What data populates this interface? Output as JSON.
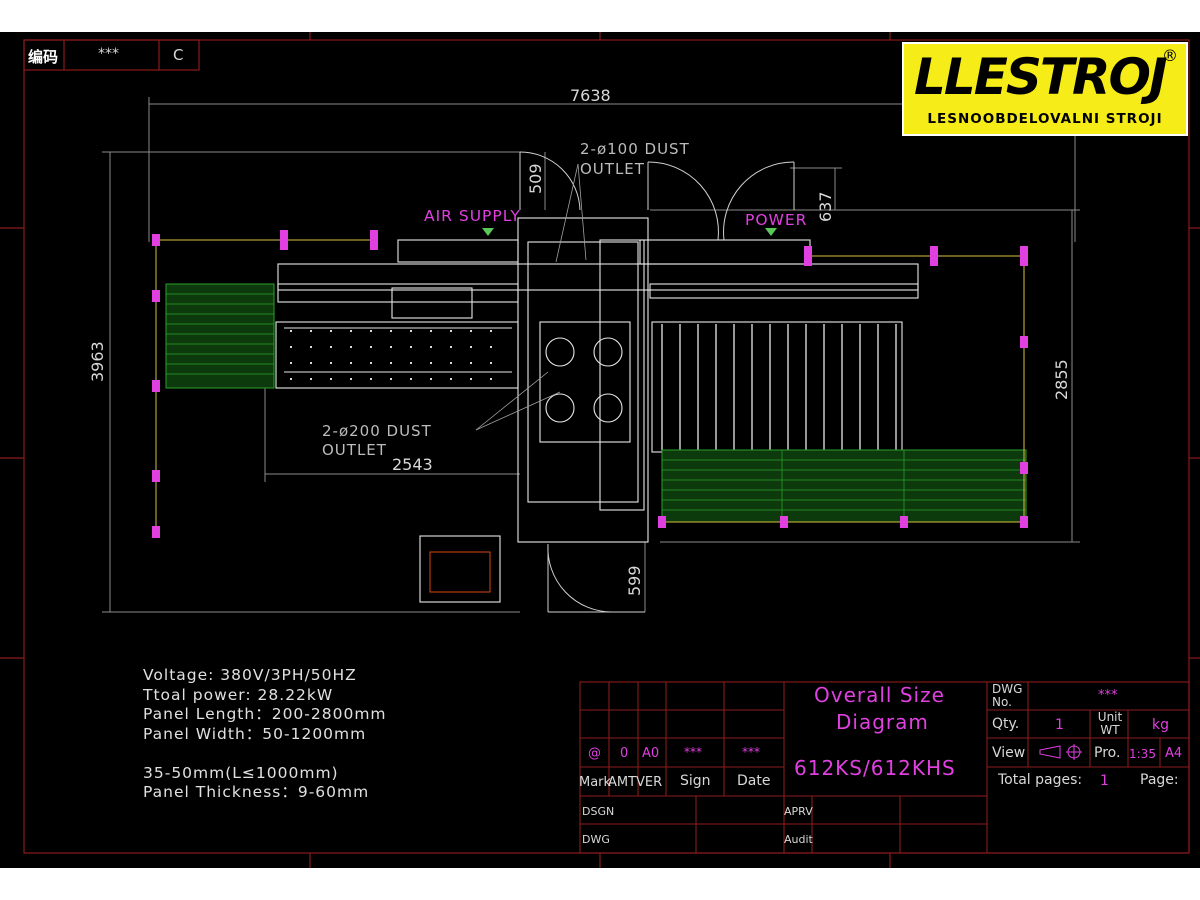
{
  "header": {
    "code_label": "编码",
    "code_value": "***",
    "revision": "C"
  },
  "logo": {
    "brand": "LLESTROJ",
    "registered": "®",
    "tagline": "LESNOOBDELOVALNI STROJI"
  },
  "dimensions": {
    "total_width": "7638",
    "total_height": "3963",
    "left_gap": "2543",
    "right_height": "2855",
    "door_top_left": "509",
    "door_top_right": "637",
    "door_bottom": "599"
  },
  "labels": {
    "dust_top": "2-ø100 DUST",
    "dust_top_2": "OUTLET",
    "dust_mid": "2-ø200 DUST",
    "dust_mid_2": "OUTLET",
    "air": "AIR SUPPLY",
    "power": "POWER"
  },
  "specs": [
    "Voltage: 380V/3PH/50HZ",
    "Ttoal power: 28.22kW",
    "Panel Length：200-2800mm",
    "Panel Width：50-1200mm",
    "",
    "35-50mm(L≤1000mm)",
    "Panel Thickness：9-60mm"
  ],
  "title_block": {
    "title_line1": "Overall Size",
    "title_line2": "Diagram",
    "model": "612KS/612KHS",
    "dwg_no_label": "DWG No.",
    "dwg_no_value": "***",
    "qty_label": "Qty.",
    "qty_value": "1",
    "unit_label": "Unit WT",
    "unit_value": "kg",
    "view_label": "View",
    "pro_label": "Pro.",
    "scale": "1:35",
    "paper": "A4",
    "total_pages_label": "Total pages:",
    "total_pages_value": "1",
    "page_label": "Page:",
    "rev_mark": "@",
    "rev_amt": "0",
    "rev_ver": "A0",
    "rev_sign": "***",
    "rev_date": "***",
    "col_mark": "Mark",
    "col_amt": "AMT",
    "col_ver": "VER",
    "col_sign": "Sign",
    "col_date": "Date",
    "dsgn": "DSGN",
    "aprv": "APRV",
    "dwg": "DWG",
    "audit": "Audit"
  },
  "colors": {
    "background": "#000000",
    "frame": "#8b1c1c",
    "machine": "#e8e8e8",
    "conveyor": "#1f8a1f",
    "accent": "#e040e0",
    "logo_bg": "#f6ec17"
  }
}
